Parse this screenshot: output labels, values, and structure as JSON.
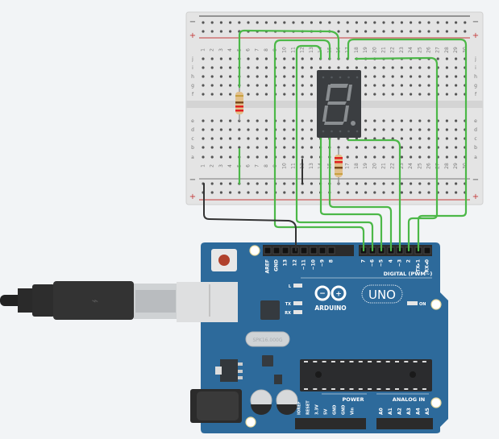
{
  "breadboard": {
    "columns": [
      "1",
      "2",
      "3",
      "4",
      "5",
      "6",
      "7",
      "8",
      "9",
      "10",
      "11",
      "12",
      "13",
      "14",
      "15",
      "16",
      "17",
      "18",
      "19",
      "20",
      "21",
      "22",
      "23",
      "24",
      "25",
      "26",
      "27",
      "28",
      "29",
      "30"
    ],
    "top_rows": [
      "j",
      "i",
      "h",
      "g",
      "f"
    ],
    "bottom_rows": [
      "e",
      "d",
      "c",
      "b",
      "a"
    ],
    "rail_minus": "−",
    "rail_plus": "+"
  },
  "seven_segment": {
    "digit_shown": "8",
    "lit": false
  },
  "arduino": {
    "brand": "ARDUINO",
    "model": "UNO",
    "digital_label": "DIGITAL (PWM~)",
    "digital_pins": [
      "AREF",
      "GND",
      "13",
      "12",
      "~11",
      "~10",
      "~9",
      "8",
      "7",
      "~6",
      "~5",
      "4",
      "~3",
      "2",
      "TX▸1",
      "RX◂0"
    ],
    "power_label": "POWER",
    "power_pins": [
      "IOREF",
      "RESET",
      "3.3V",
      "5V",
      "GND",
      "GND",
      "Vin"
    ],
    "analog_label": "ANALOG IN",
    "analog_pins": [
      "A0",
      "A1",
      "A2",
      "A3",
      "A4",
      "A5"
    ],
    "led_labels": {
      "l": "L",
      "tx": "TX",
      "rx": "RX",
      "on": "ON"
    },
    "crystal": "SPK16.000G"
  },
  "colors": {
    "wire_green": "#4cb848",
    "wire_black": "#333333",
    "board_blue": "#2d6a9b",
    "rail_red": "#c43a3a"
  }
}
